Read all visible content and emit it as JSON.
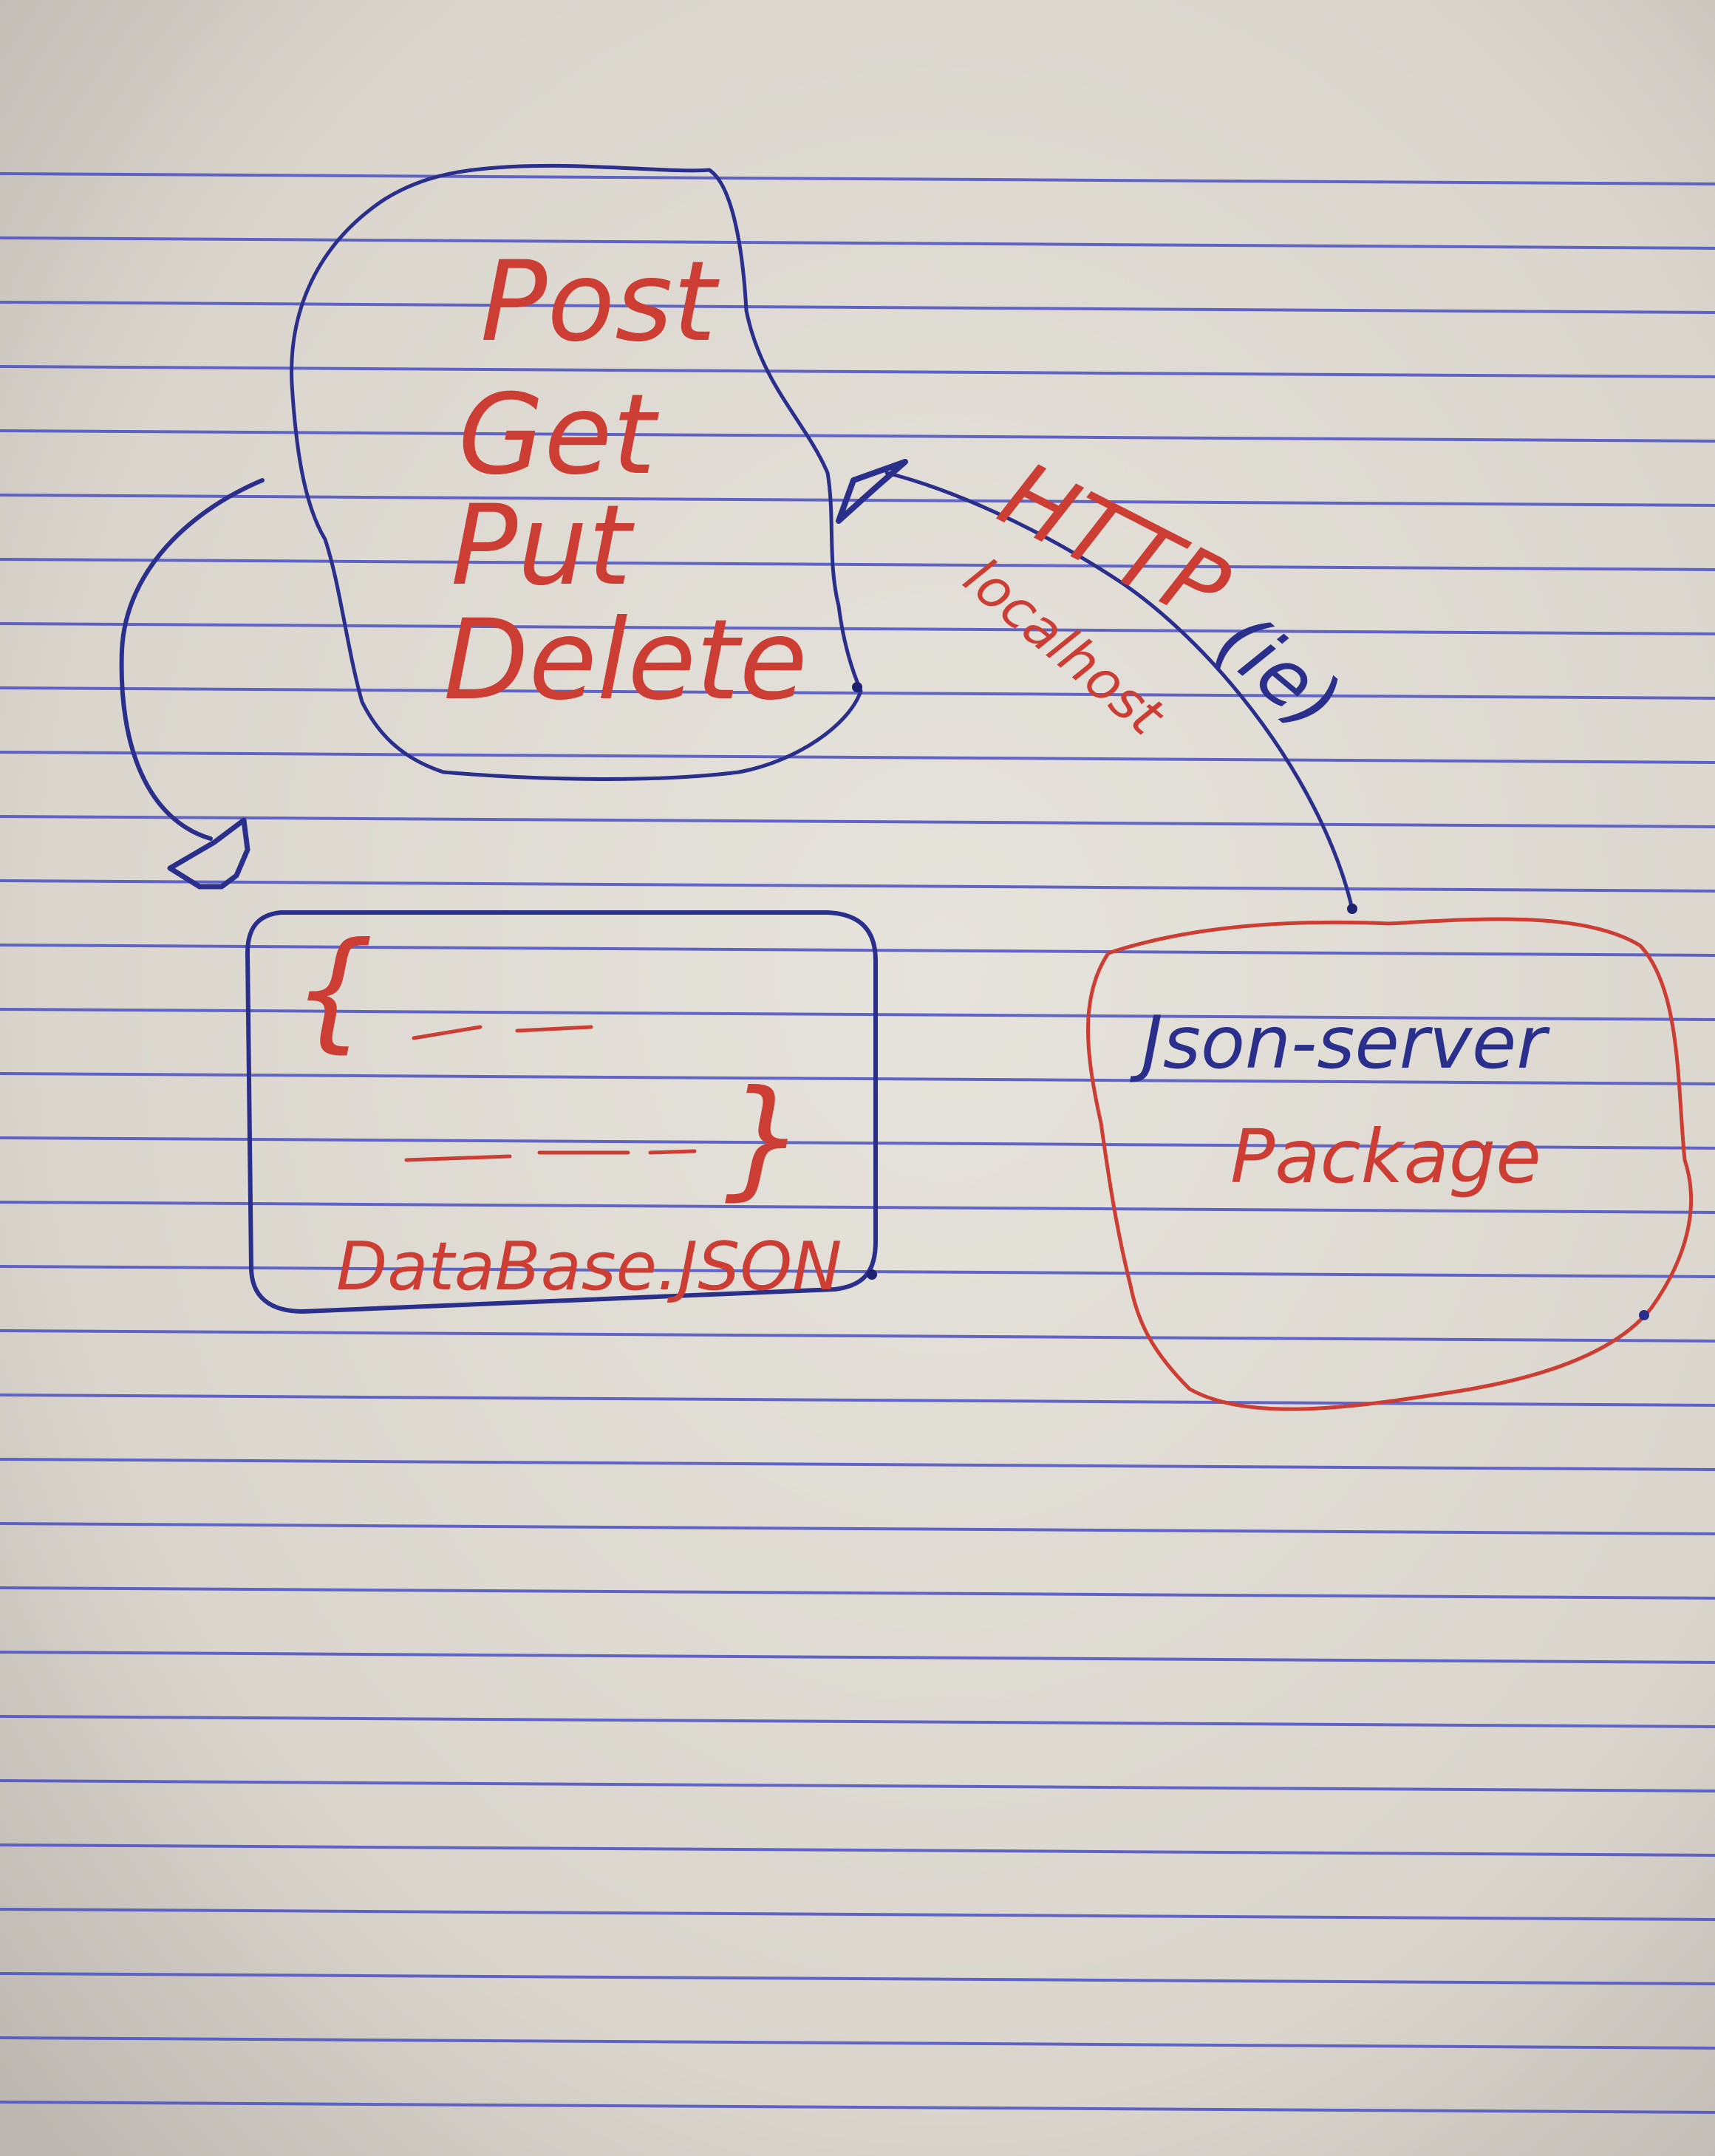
{
  "diagram": {
    "methods_cloud": {
      "items": [
        "Post",
        "Get",
        "Put",
        "Delete"
      ]
    },
    "http_arrow": {
      "label": "HTTP",
      "suffix": "(ie)",
      "sublabel": "localhost"
    },
    "database_box": {
      "open_brace": "{",
      "close_brace": "}",
      "label": "DataBase.JSON"
    },
    "server_cloud": {
      "title": "Json-server",
      "subtitle": "Package"
    }
  },
  "colors": {
    "paper": "#dedad3",
    "rule_line": "#4a4fc4",
    "blue_ink": "#2b2f8c",
    "red_ink": "#cc3d34"
  }
}
